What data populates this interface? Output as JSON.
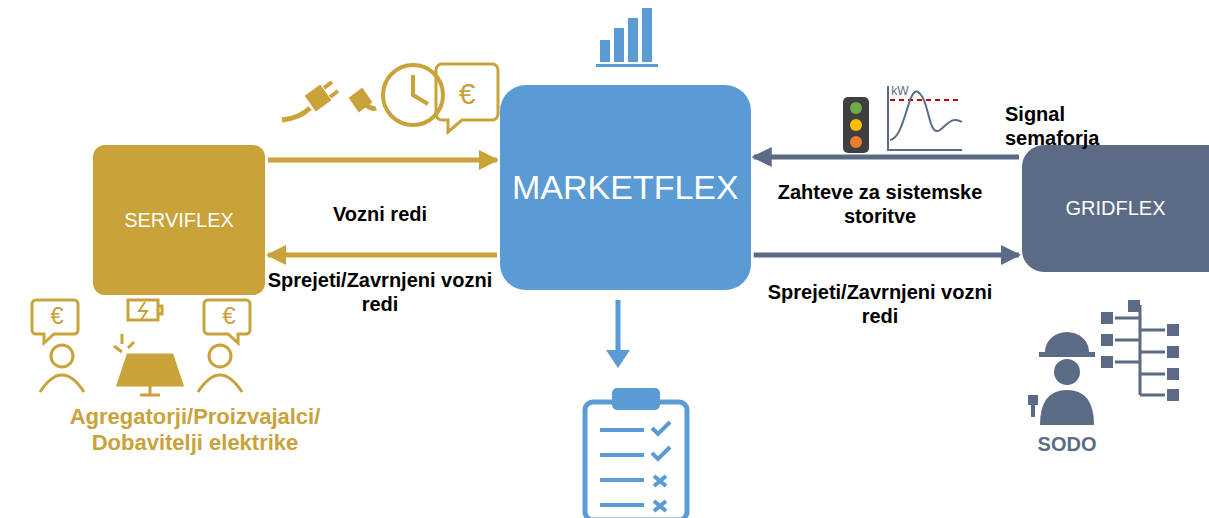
{
  "diagram": {
    "nodes": [
      {
        "text": [
          "SERVIFLEX"
        ]
      },
      {
        "text": [
          "MARKETFLEX"
        ]
      },
      {
        "text": [
          "GRIDFLEX"
        ]
      }
    ],
    "edges": [
      {
        "from": 0,
        "to": 1,
        "arrow": "to",
        "label": "Vozni redi"
      },
      {
        "from": 1,
        "to": 0,
        "arrow": "to",
        "label": "Sprejeti/Zavrnjeni vozni redi"
      },
      {
        "from": 2,
        "to": 1,
        "arrow": "to",
        "label": "Zahteve za sistemske storitve"
      },
      {
        "from": 1,
        "to": 2,
        "arrow": "to",
        "label": "Sprejeti/Zavrnjeni vozni redi"
      }
    ],
    "labels": [
      "€",
      "kW",
      "Signal semaforja",
      "€",
      "€",
      "Agregatorji/Proizvajalci/ Dobavitelji elektrike",
      "SODO"
    ]
  }
}
